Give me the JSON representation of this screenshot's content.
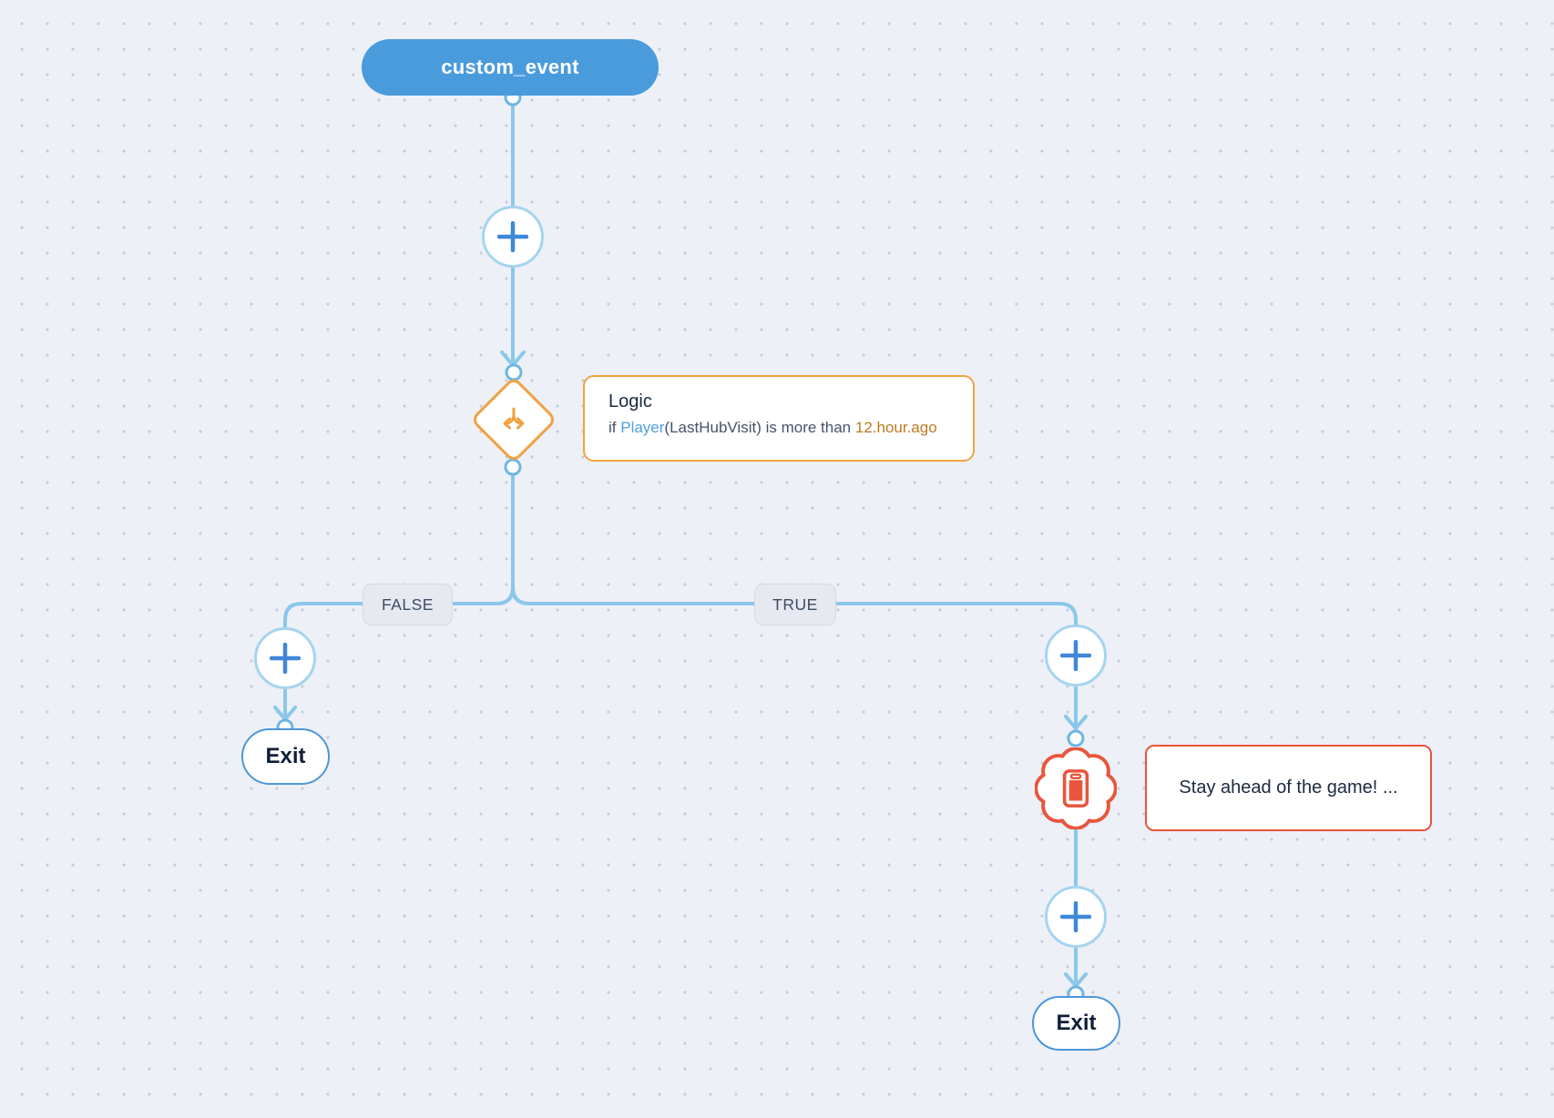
{
  "canvas": {
    "background_color": "#edf0f6",
    "dot_color": "#c6ccd8"
  },
  "colors": {
    "edge_blue": "#8bc7e9",
    "trigger_blue": "#4a9bdc",
    "plus_blue": "#3f87d9",
    "logic_orange": "#f0a243",
    "push_red": "#e8563e",
    "entity_blue": "#4fa0e0",
    "value_orange": "#c0791f"
  },
  "icons": {
    "add": "plus-icon",
    "logic": "branch-split-icon",
    "push": "mobile-push-icon",
    "arrow": "arrow-down-icon"
  },
  "flow": {
    "trigger": {
      "label": "custom_event"
    },
    "logic": {
      "title": "Logic",
      "condition_prefix": "if ",
      "condition_entity": "Player",
      "condition_middle": "(LastHubVisit) is more than ",
      "condition_value": "12.hour.ago"
    },
    "branches": {
      "false_label": "FALSE",
      "true_label": "TRUE"
    },
    "push": {
      "message": "Stay ahead of the game! ..."
    },
    "exit_false": {
      "label": "Exit"
    },
    "exit_true": {
      "label": "Exit"
    }
  }
}
